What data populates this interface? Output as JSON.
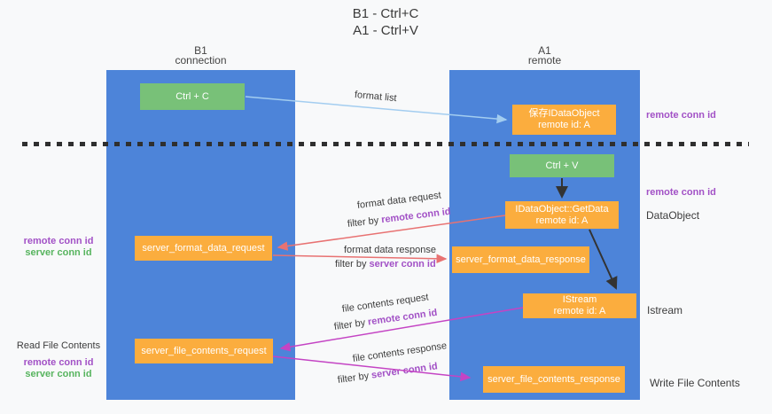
{
  "title": {
    "line1": "B1 - Ctrl+C",
    "line2": "A1 - Ctrl+V"
  },
  "columns": {
    "left": {
      "name": "B1",
      "subtitle": "connection"
    },
    "right": {
      "name": "A1",
      "subtitle": "remote"
    }
  },
  "nodes": {
    "ctrl_c": {
      "label": "Ctrl + C"
    },
    "ctrl_v": {
      "label": "Ctrl + V"
    },
    "save_dataobject": {
      "line1": "保存IDataObject",
      "line2": "remote id: A"
    },
    "getdata": {
      "line1": "IDataObject::GetData",
      "line2": "remote id: A"
    },
    "istream": {
      "line1": "IStream",
      "line2": "remote id: A"
    },
    "format_request": {
      "label": "server_format_data_request"
    },
    "format_response": {
      "label": "server_format_data_response"
    },
    "file_request": {
      "label": "server_file_contents_request"
    },
    "file_response": {
      "label": "server_file_contents_response"
    }
  },
  "arrow_labels": {
    "format_list": "format list",
    "format_data_request": "format data request",
    "format_data_response": "format data response",
    "file_contents_request": "file contents request",
    "file_contents_response": "file contents response",
    "filter_by": "filter by ",
    "remote_conn_id": "remote conn id",
    "server_conn_id": "server conn id"
  },
  "side_labels": {
    "right_remote_conn_id_top": "remote conn id",
    "right_remote_conn_id_mid": "remote conn id",
    "dataobject": "DataObject",
    "istream": "Istream",
    "write_file_contents": "Write File Contents",
    "left_remote_conn_id_1": "remote conn id",
    "left_server_conn_id_1": "server conn id",
    "read_file_contents": "Read File Contents",
    "left_remote_conn_id_2": "remote conn id",
    "left_server_conn_id_2": "server conn id"
  },
  "colors": {
    "column-blue": "#4d84d9",
    "node-green": "#78c178",
    "node-orange": "#fbad3e",
    "arrow-salmon": "#e87272",
    "arrow-magenta": "#c444c4",
    "arrow-blue": "#a3cdf0",
    "arrow-black": "#333333",
    "text-purple": "#a251c6",
    "text-green": "#57b45e",
    "text-dark": "#3c3c3c",
    "background": "#f8f9fa"
  }
}
